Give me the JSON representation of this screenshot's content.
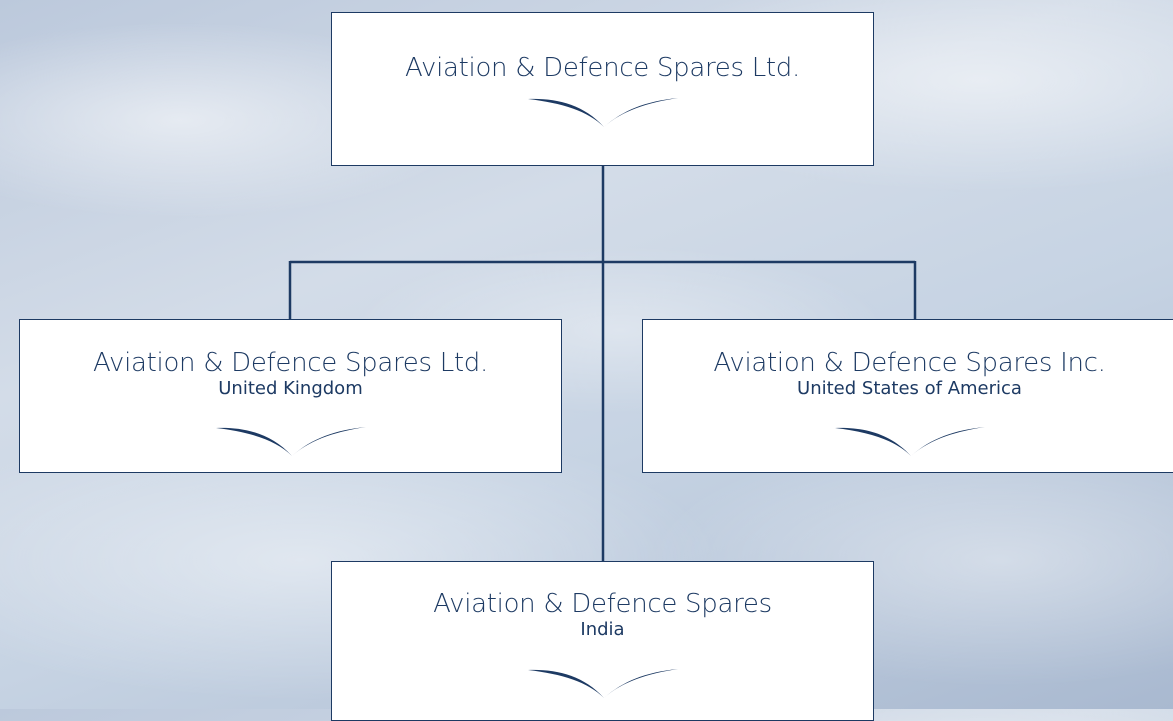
{
  "org_chart": {
    "parent": {
      "title": "Aviation & Defence Spares Ltd.",
      "icon": "wing-logo-icon"
    },
    "subsidiaries": [
      {
        "title": "Aviation & Defence Spares Ltd.",
        "country": "United Kingdom",
        "icon": "wing-logo-icon"
      },
      {
        "title": "Aviation & Defence Spares Inc.",
        "country": "United States of America",
        "icon": "wing-logo-icon"
      },
      {
        "title": "Aviation & Defence Spares",
        "country": "India",
        "icon": "wing-logo-icon"
      }
    ]
  },
  "colors": {
    "box_border": "#1d3a63",
    "text": "#1d3a63",
    "connector": "#1d3a63",
    "box_fill": "#ffffff",
    "sky": "#c6d3e3"
  }
}
